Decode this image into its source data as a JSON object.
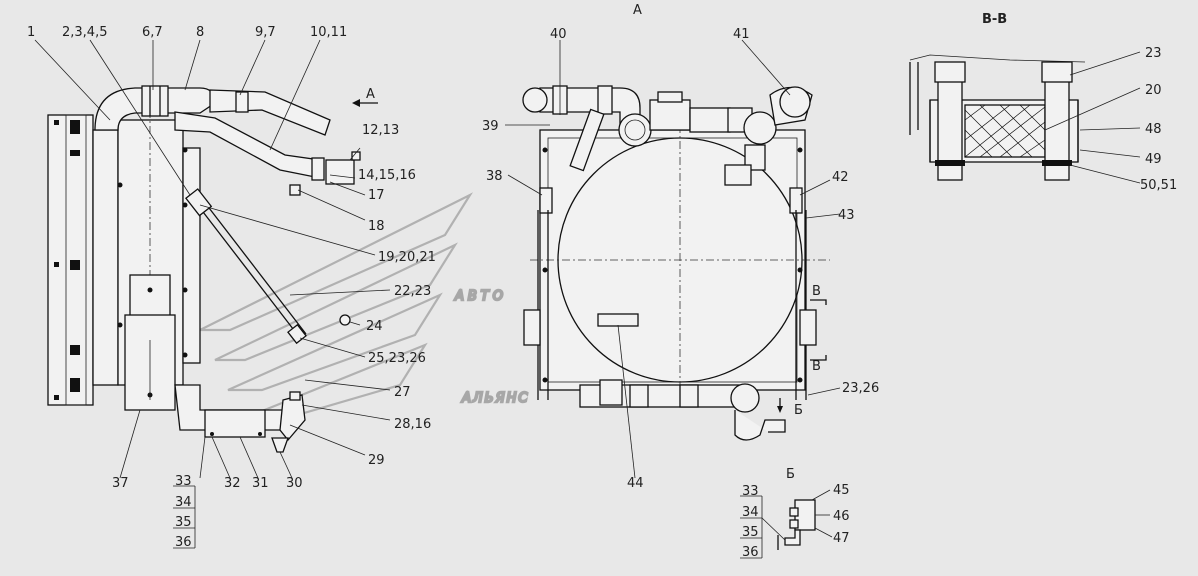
{
  "views": {
    "view_a_label": "А",
    "section_title": "В-В",
    "detail_label": "Б",
    "arrow_a": "А",
    "arrow_b": "Б",
    "arrow_v1": "В",
    "arrow_v2": "В"
  },
  "watermark": {
    "line1": "АВТО",
    "line2": "АЛЬЯНС"
  },
  "callouts": [
    "1",
    "2,3,4,5",
    "6,7",
    "8",
    "9,7",
    "10,11",
    "12,13",
    "14,15,16",
    "17",
    "18",
    "19,20,21",
    "22,23",
    "24",
    "25,23,26",
    "27",
    "28,16",
    "29",
    "30",
    "31",
    "32",
    "33",
    "34",
    "35",
    "36",
    "37",
    "40",
    "41",
    "39",
    "38",
    "42",
    "43",
    "23,26",
    "44",
    "23",
    "20",
    "48",
    "49",
    "50,51",
    "45",
    "46",
    "47",
    "33",
    "34",
    "35",
    "36"
  ]
}
